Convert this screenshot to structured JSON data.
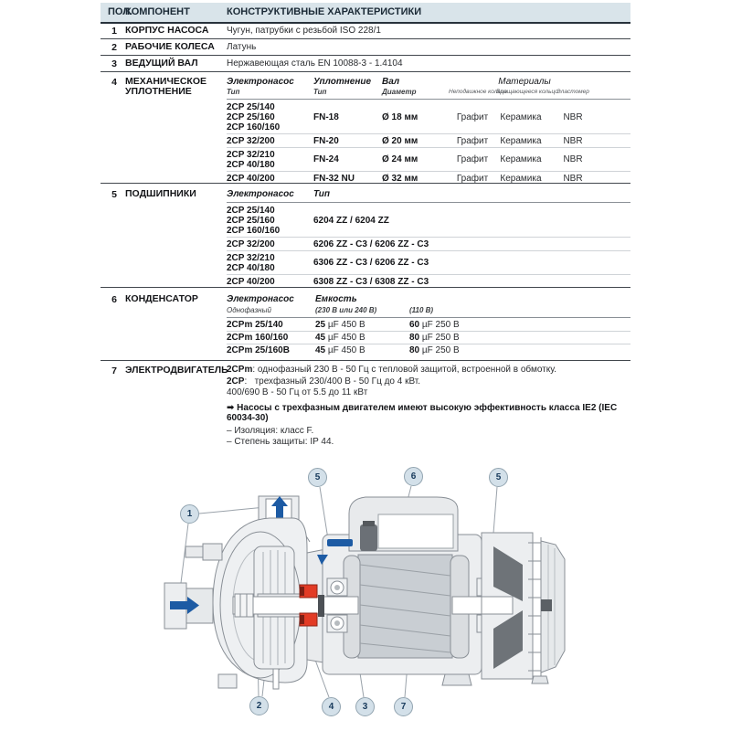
{
  "table": {
    "header": {
      "col_pos": "ПОЛ.",
      "col_component": "КОМПОНЕНТ",
      "col_characteristics": "КОНСТРУКТИВНЫЕ ХАРАКТЕРИСТИКИ"
    },
    "simple_rows": [
      {
        "num": "1",
        "name": "КОРПУС НАСОСА",
        "desc": "Чугун, патрубки с резьбой ISO 228/1"
      },
      {
        "num": "2",
        "name": "РАБОЧИЕ КОЛЕСА",
        "desc": "Латунь"
      },
      {
        "num": "3",
        "name": "ВЕДУЩИЙ ВАЛ",
        "desc": "Нержавеющая сталь EN 10088-3 - 1.4104"
      }
    ],
    "seal": {
      "num": "4",
      "name_line1": "МЕХАНИЧЕСКОЕ",
      "name_line2": "УПЛОТНЕНИЕ",
      "h_pump": "Электронасос",
      "h_pump_sub": "Тип",
      "h_seal": "Уплотнение",
      "h_seal_sub": "Тип",
      "h_shaft": "Вал",
      "h_shaft_sub": "Диаметр",
      "h_materials": "Материалы",
      "h_mat1": "Неподвижное кольцо",
      "h_mat2": "Вращающееся кольцо",
      "h_mat3": "Эластомер",
      "groups": [
        {
          "models": [
            "2CP 25/140",
            "2CP 25/160",
            "2CP 160/160"
          ],
          "seal": "FN-18",
          "shaft": "Ø 18 мм",
          "m1": "Графит",
          "m2": "Керамика",
          "m3": "NBR"
        },
        {
          "models": [
            "2CP 32/200"
          ],
          "seal": "FN-20",
          "shaft": "Ø 20 мм",
          "m1": "Графит",
          "m2": "Керамика",
          "m3": "NBR"
        },
        {
          "models": [
            "2CP 32/210",
            "2CP 40/180"
          ],
          "seal": "FN-24",
          "shaft": "Ø 24 мм",
          "m1": "Графит",
          "m2": "Керамика",
          "m3": "NBR"
        },
        {
          "models": [
            "2CP 40/200"
          ],
          "seal": "FN-32 NU",
          "shaft": "Ø 32 мм",
          "m1": "Графит",
          "m2": "Керамика",
          "m3": "NBR"
        }
      ]
    },
    "bearings": {
      "num": "5",
      "name": "ПОДШИПНИКИ",
      "h_pump": "Электронасос",
      "h_type": "Тип",
      "groups": [
        {
          "models": [
            "2CP 25/140",
            "2CP 25/160",
            "2CP 160/160"
          ],
          "type": "6204 ZZ / 6204 ZZ"
        },
        {
          "models": [
            "2CP 32/200"
          ],
          "type": "6206 ZZ - C3 / 6206 ZZ - C3"
        },
        {
          "models": [
            "2CP 32/210",
            "2CP 40/180"
          ],
          "type": "6306 ZZ - C3 / 6206 ZZ - C3"
        },
        {
          "models": [
            "2CP 40/200"
          ],
          "type": "6308 ZZ - C3 / 6308 ZZ - C3"
        }
      ]
    },
    "capacitor": {
      "num": "6",
      "name": "КОНДЕНСАТОР",
      "h_pump": "Электронасос",
      "h_pump_sub": "Однофазный",
      "h_cap": "Емкость",
      "h_cap_sub1": "(230 В или 240 В)",
      "h_cap_sub2": "(110 В)",
      "rows": [
        {
          "model": "2CPm 25/140",
          "v230_num": "25",
          "v230_unit": " µF 450 В",
          "v110_num": "60",
          "v110_unit": " µF 250 В"
        },
        {
          "model": "2CPm 160/160",
          "v230_num": "45",
          "v230_unit": " µF 450 В",
          "v110_num": "80",
          "v110_unit": " µF 250 В"
        },
        {
          "model": "2CPm 25/160B",
          "v230_num": "45",
          "v230_unit": " µF 450 В",
          "v110_num": "80",
          "v110_unit": " µF 250 В"
        }
      ]
    },
    "motor": {
      "num": "7",
      "name": "ЭЛЕКТРОДВИГАТЕЛЬ",
      "line1_prefix": "2CPm",
      "line1_rest": ": однофазный 230 В - 50 Гц с тепловой защитой, встроенной в обмотку.",
      "line2_prefix": "2CP",
      "line2_rest": ":   трехфазный 230/400 В - 50 Гц до 4 кВт.",
      "line3": "400/690 В - 50 Гц от 5.5 до 11 кВт",
      "note_arrow": "➡",
      "note": "Насосы с трехфазным двигателем имеют высокую эффективность класса IE2 (IEC 60034-30)",
      "line5": "– Изоляция: класс F.",
      "line6": "– Степень защиты: IP 44."
    }
  },
  "diagram": {
    "callouts": [
      {
        "label": "1"
      },
      {
        "label": "5"
      },
      {
        "label": "6"
      },
      {
        "label": "5"
      },
      {
        "label": "2"
      },
      {
        "label": "4"
      },
      {
        "label": "3"
      },
      {
        "label": "7"
      }
    ],
    "accent_blue": "#1d5ba4",
    "seal_red": "#e23b25",
    "callout_fill": "#d3e0e9"
  }
}
